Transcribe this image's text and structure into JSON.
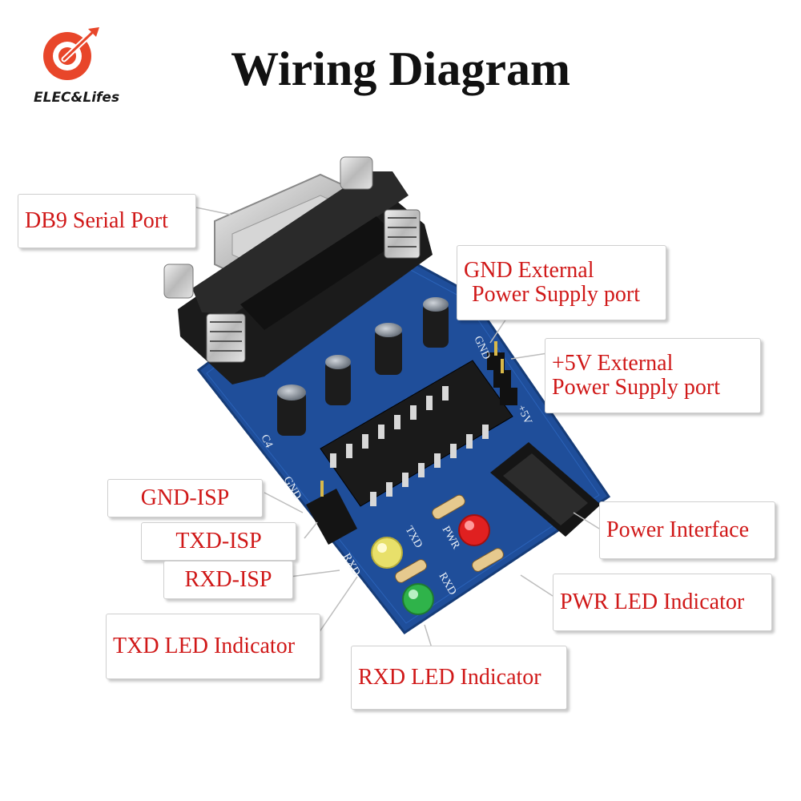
{
  "brand": {
    "name": "ELEC&Lifes",
    "logo_color": "#e8462a"
  },
  "title": "Wiring Diagram",
  "label_color": "#d01818",
  "callouts": {
    "db9": "DB9 Serial Port",
    "gnd_ext_1": "GND External",
    "gnd_ext_2": "Power Supply port",
    "v5_ext_1": "+5V External",
    "v5_ext_2": "Power Supply port",
    "gnd_isp": "GND-ISP",
    "txd_isp": "TXD-ISP",
    "rxd_isp": "RXD-ISP",
    "power_interface": "Power Interface",
    "pwr_led": "PWR LED Indicator",
    "txd_led": "TXD LED Indicator",
    "rxd_led": "RXD LED Indicator"
  },
  "board_silkscreen": {
    "c4": "C4",
    "gnd_left": "GND",
    "gnd_right": "GND",
    "v5": "+5V",
    "txd": "TXD",
    "rxd_left": "RXD",
    "rxd_right": "RXD",
    "pwr": "PWR"
  },
  "colors": {
    "pcb": "#1f4e9a",
    "connector": "#1b1b1b",
    "led_yellow": "#e8e06a",
    "led_red": "#e02020",
    "led_green": "#2fb34a"
  }
}
